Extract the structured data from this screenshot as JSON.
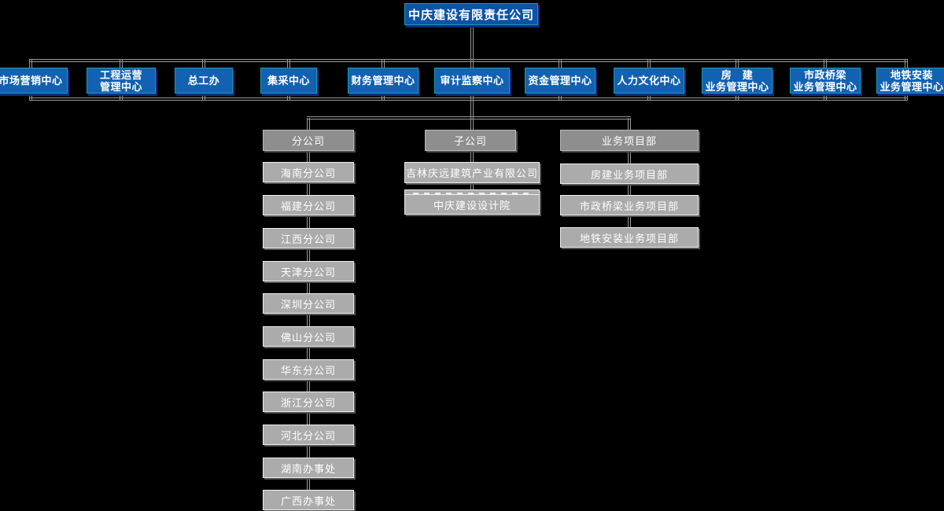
{
  "background": "#000000",
  "colors": {
    "background": "#000000",
    "root_fill": "#0d53a6",
    "dept_fill": "#1261b2",
    "dept_border": "#1b9bac",
    "dept_shadow": "#0a2d84",
    "header_fill": "#8e8e8e",
    "item_fill": "#ababab",
    "item_border": "#ededed",
    "text": "#ffffff",
    "connector": "#9a9a9a"
  },
  "org": {
    "root_label": "中庆建设有限责任公司",
    "departments": [
      {
        "label": "市场营销中心"
      },
      {
        "label": "工程运营\n管理中心"
      },
      {
        "label": "总工办"
      },
      {
        "label": "集采中心"
      },
      {
        "label": "财务管理中心"
      },
      {
        "label": "审计监察中心"
      },
      {
        "label": "资金管理中心"
      },
      {
        "label": "人力文化中心"
      },
      {
        "label": "房　建\n业务管理中心"
      },
      {
        "label": "市政桥梁\n业务管理中心"
      },
      {
        "label": "地铁安装\n业务管理中心"
      }
    ],
    "groups": [
      {
        "header": "分公司",
        "items": [
          "海南分公司",
          "福建分公司",
          "江西分公司",
          "天津分公司",
          "深圳分公司",
          "佛山分公司",
          "华东分公司",
          "浙江分公司",
          "河北分公司",
          "湖南办事处",
          "广西办事处"
        ]
      },
      {
        "header": "子公司",
        "items": [
          "吉林庆远建筑产业有限公司",
          "中庆建设设计院"
        ],
        "occluded_item_label": ""
      },
      {
        "header": "业务项目部",
        "items": [
          "房建业务项目部",
          "市政桥梁业务项目部",
          "地铁安装业务项目部"
        ]
      }
    ]
  }
}
